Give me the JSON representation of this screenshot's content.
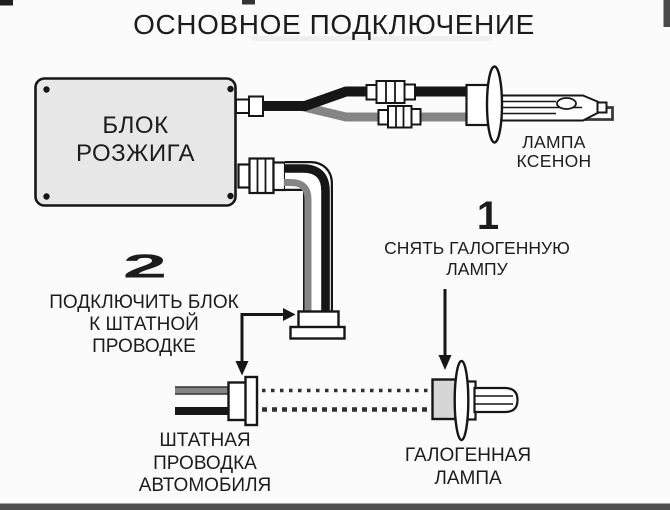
{
  "title": "ОСНОВНОЕ ПОДКЛЮЧЕНИЕ",
  "ballast_block": {
    "lines": [
      "БЛОК",
      "РОЗЖИГА"
    ]
  },
  "xenon_lamp": {
    "lines": [
      "ЛАМПА",
      "КСЕНОН"
    ]
  },
  "step_1": {
    "number": "1",
    "lines": [
      "СНЯТЬ ГАЛОГЕННУЮ",
      "ЛАМПУ"
    ]
  },
  "step_2": {
    "number": "2",
    "lines": [
      "ПОДКЛЮЧИТЬ БЛОК",
      "К ШТАТНОЙ",
      "ПРОВОДКЕ"
    ]
  },
  "car_wiring": {
    "lines": [
      "ШТАТНАЯ",
      "ПРОВОДКА",
      "АВТОМОБИЛЯ"
    ]
  },
  "halogen_lamp": {
    "lines": [
      "ГАЛОГЕННАЯ",
      "ЛАМПА"
    ]
  },
  "colors": {
    "background": "#fbfbfb",
    "ink": "#1c1c1c",
    "wire_black": "#161616",
    "wire_gray": "#858585",
    "block_fill": "#e7e7e7",
    "halogen_base_fill": "#d6d6d6",
    "bottom_strip": "#4e4e4e"
  }
}
